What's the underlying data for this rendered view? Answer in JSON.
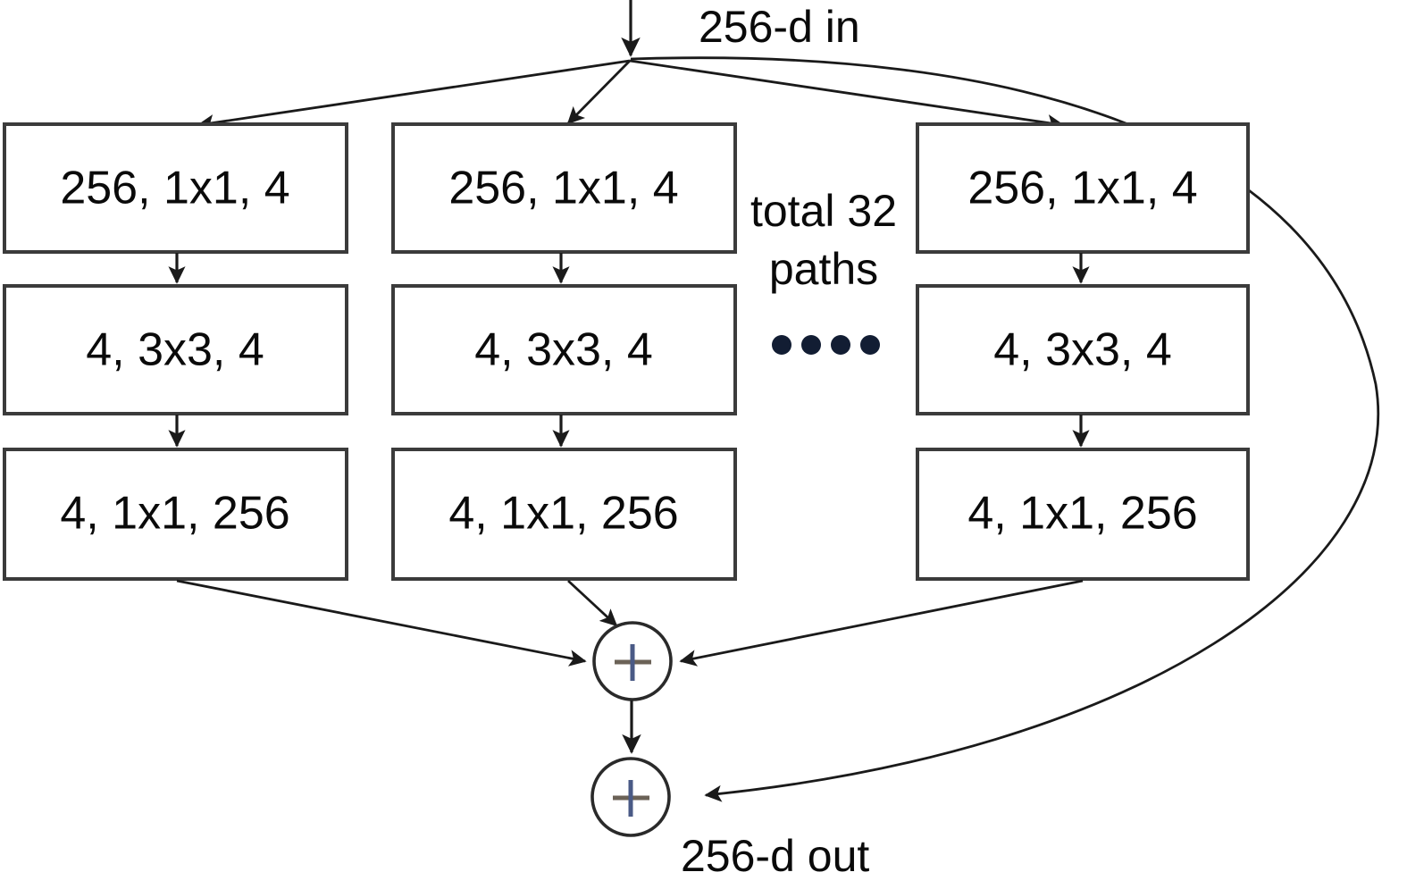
{
  "figure": {
    "title": "Aggregated residual transformations block (32 paths)",
    "background_color": "#ffffff",
    "line_color": "#1a1a1a",
    "box_stroke_color": "#3b3b3b",
    "text_color": "#0a0a0a"
  },
  "io": {
    "input_label": "256-d in",
    "output_label": "256-d out"
  },
  "note": {
    "line1": "total 32",
    "line2": "paths",
    "ellipsis_dot_count": 4
  },
  "paths": [
    {
      "index": 0,
      "layers": [
        {
          "label": "256, 1x1, 4",
          "in_channels": 256,
          "kernel": "1x1",
          "out_channels": 4
        },
        {
          "label": "4, 3x3, 4",
          "in_channels": 4,
          "kernel": "3x3",
          "out_channels": 4
        },
        {
          "label": "4, 1x1, 256",
          "in_channels": 4,
          "kernel": "1x1",
          "out_channels": 256
        }
      ]
    },
    {
      "index": 1,
      "layers": [
        {
          "label": "256, 1x1, 4",
          "in_channels": 256,
          "kernel": "1x1",
          "out_channels": 4
        },
        {
          "label": "4, 3x3, 4",
          "in_channels": 4,
          "kernel": "3x3",
          "out_channels": 4
        },
        {
          "label": "4, 1x1, 256",
          "in_channels": 4,
          "kernel": "1x1",
          "out_channels": 256
        }
      ]
    },
    {
      "index": 2,
      "layers": [
        {
          "label": "256, 1x1, 4",
          "in_channels": 256,
          "kernel": "1x1",
          "out_channels": 4
        },
        {
          "label": "4, 3x3, 4",
          "in_channels": 4,
          "kernel": "3x3",
          "out_channels": 4
        },
        {
          "label": "4, 1x1, 256",
          "in_channels": 4,
          "kernel": "1x1",
          "out_channels": 256
        }
      ]
    }
  ],
  "aggregation": {
    "sum_symbol": "+",
    "sum_node_count": 2,
    "first_sum_name": "path-aggregation-sum",
    "second_sum_name": "residual-shortcut-sum",
    "plus_horizontal_color": "#6b6257",
    "plus_vertical_color": "#4a5a86"
  }
}
